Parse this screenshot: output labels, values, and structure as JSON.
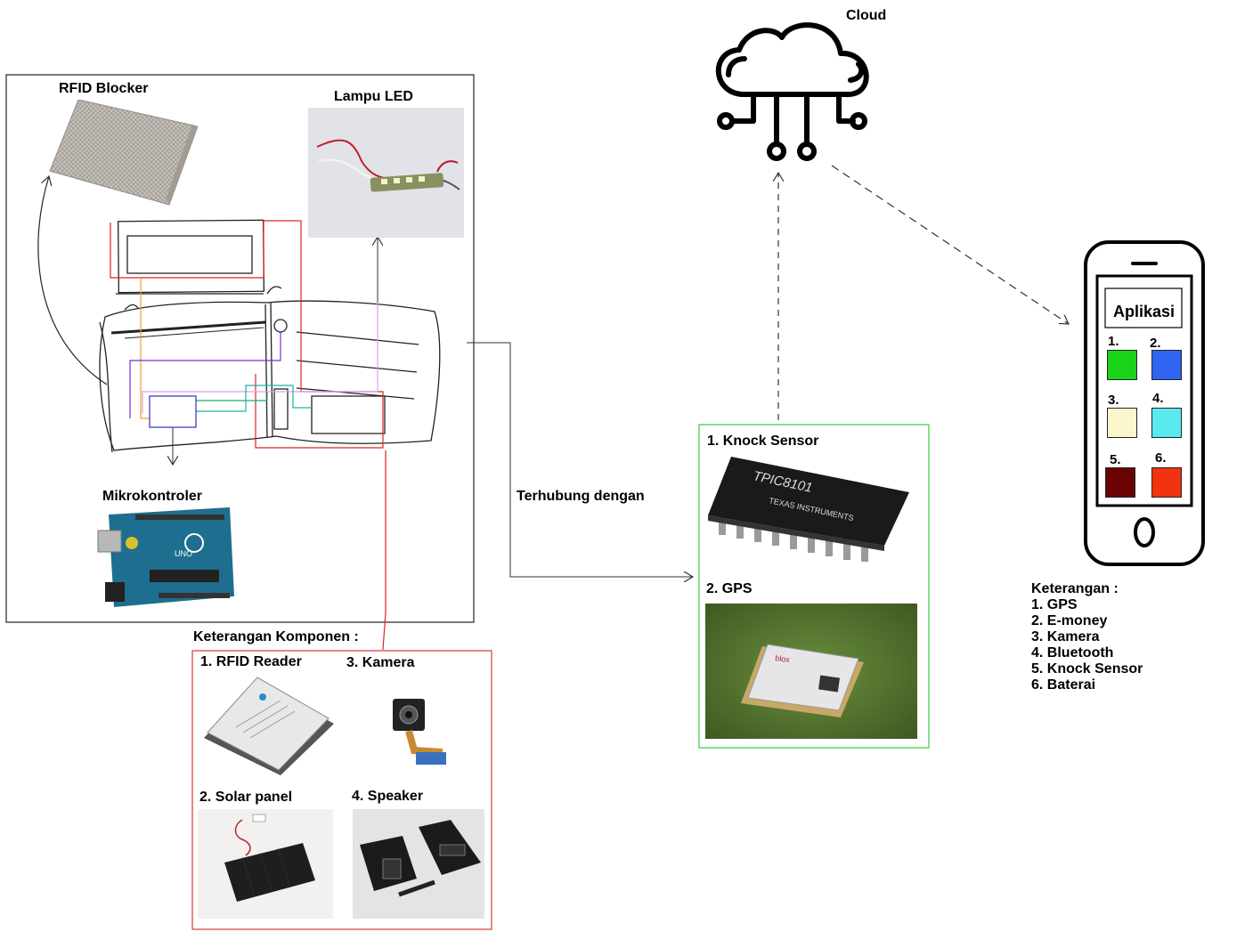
{
  "cloud": {
    "label": "Cloud"
  },
  "wallet": {
    "rfid_blocker": "RFID Blocker",
    "lampu_led": "Lampu LED",
    "mikrokontroler": "Mikrokontroler"
  },
  "connector": {
    "label": "Terhubung dengan"
  },
  "components": {
    "title": "Keterangan Komponen :",
    "items": [
      {
        "label": "1. RFID Reader"
      },
      {
        "label": "3. Kamera"
      },
      {
        "label": "2. Solar panel"
      },
      {
        "label": "4. Speaker"
      }
    ]
  },
  "sensors": {
    "items": [
      {
        "label": "1. Knock Sensor"
      },
      {
        "label": "2. GPS"
      }
    ],
    "chip_text": "TPIC8101",
    "chip_brand": "TEXAS INSTRUMENTS",
    "gps_module_text": "blox"
  },
  "phone": {
    "app_title": "Aplikasi",
    "tiles": [
      {
        "num": "1.",
        "color": "#1bd31b"
      },
      {
        "num": "2.",
        "color": "#2e64f0"
      },
      {
        "num": "3.",
        "color": "#fbf7cc"
      },
      {
        "num": "4.",
        "color": "#59eaf0"
      },
      {
        "num": "5.",
        "color": "#6a0303"
      },
      {
        "num": "6.",
        "color": "#f2330f"
      }
    ]
  },
  "legend": {
    "title": "Keterangan :",
    "items": [
      "1. GPS",
      "2. E-money",
      "3. Kamera",
      "4. Bluetooth",
      "5. Knock Sensor",
      "6. Baterai"
    ]
  }
}
